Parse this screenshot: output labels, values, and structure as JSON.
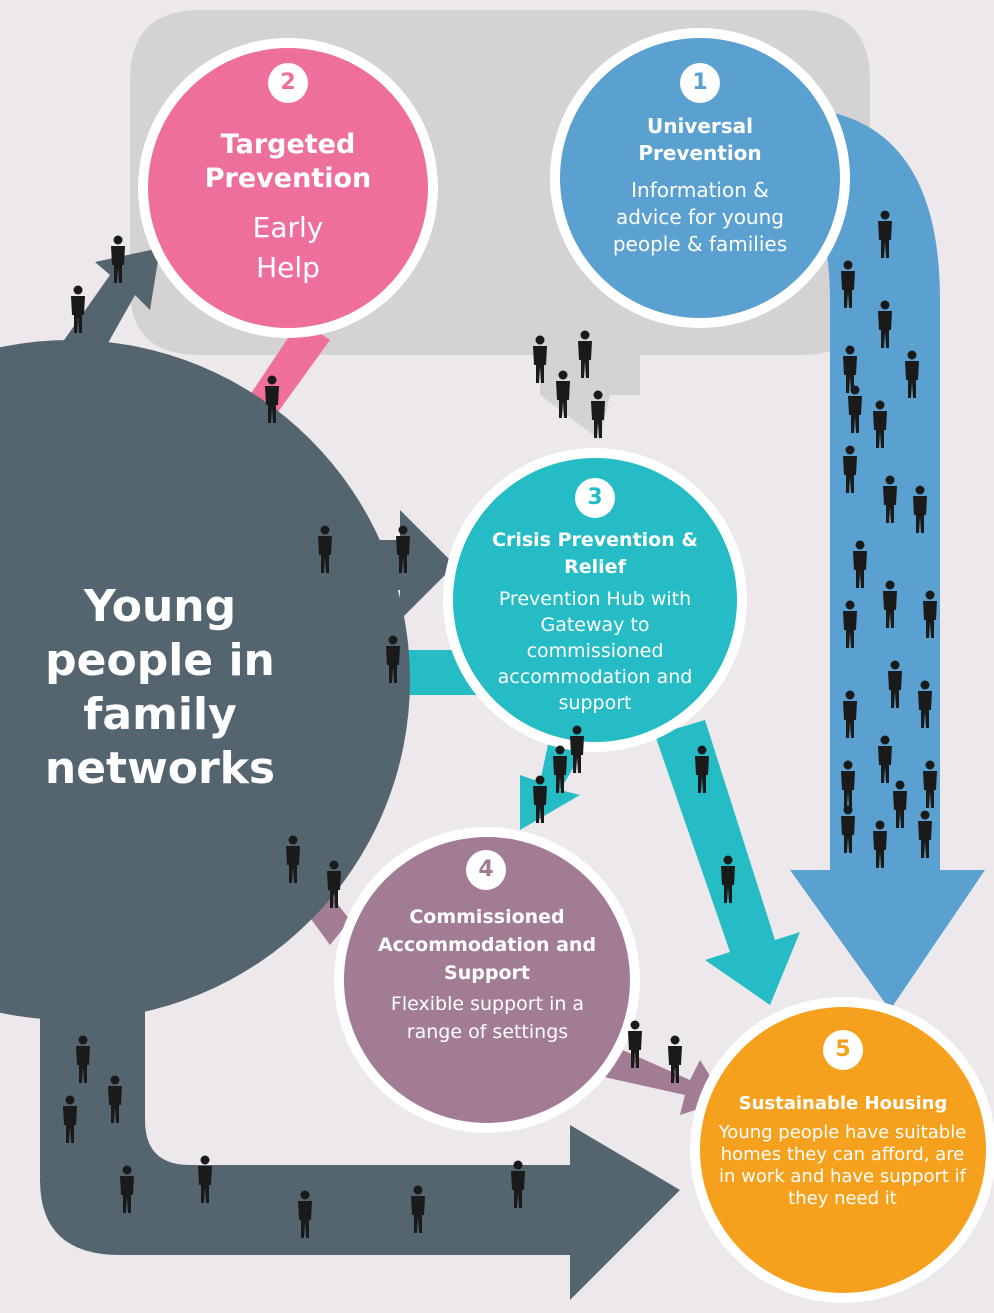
{
  "colors": {
    "background": "#ece8eb",
    "connector_grey": "#d4d2d3",
    "family": "#556570",
    "universal": "#5aa0d0",
    "targeted": "#ef6f9c",
    "crisis": "#26bcc6",
    "commissioned": "#a27b94",
    "housing": "#f5a11e",
    "people": "#1a1a1a"
  },
  "nodes": {
    "family": {
      "label": "Young people in family networks"
    },
    "universal": {
      "number": "1",
      "title": "Universal Prevention",
      "body": "Information & advice for young people & families"
    },
    "targeted": {
      "number": "2",
      "title": "Targeted Prevention",
      "body": "Early Help"
    },
    "crisis": {
      "number": "3",
      "title": "Crisis Prevention & Relief",
      "body": "Prevention Hub with Gateway to commissioned accommodation and support"
    },
    "commissioned": {
      "number": "4",
      "title": "Commissioned Accommodation and Support",
      "body": "Flexible support in a range of settings"
    },
    "housing": {
      "number": "5",
      "title": "Sustainable Housing",
      "body": "Young people have suitable homes they can afford, are in work and have support if they need it"
    }
  },
  "icons": {
    "people": "person-silhouette-icon"
  }
}
